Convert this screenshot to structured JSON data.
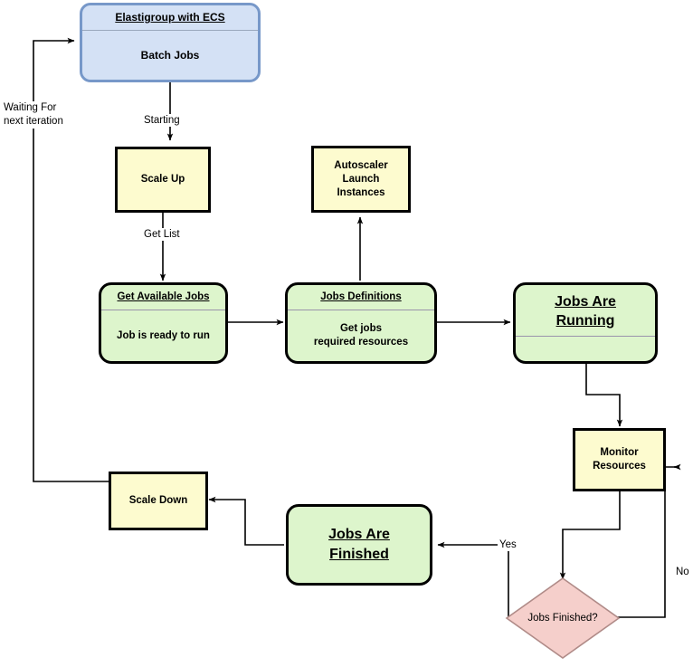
{
  "diagram": {
    "title": "Elastigroup with ECS batch job autoscaling flow",
    "colors": {
      "blue_fill": "#d4e1f5",
      "blue_border": "#7798c9",
      "yellow_fill": "#fdfbcf",
      "green_fill": "#ddf5cc",
      "pink_fill": "#f5cfcb",
      "pink_border": "#b08b88",
      "border": "#000000",
      "line": "#000000"
    }
  },
  "nodes": {
    "elastigroup": {
      "title": "Elastigroup with ECS",
      "body": "Batch Jobs"
    },
    "scale_up": {
      "body": "Scale Up"
    },
    "autoscaler": {
      "line1": "Autoscaler",
      "line2": "Launch",
      "line3": "Instances"
    },
    "get_available_jobs": {
      "title": "Get Available Jobs",
      "body": "Job is ready to run"
    },
    "jobs_definitions": {
      "title": "Jobs Definitions",
      "line1": "Get jobs",
      "line2": "required resources"
    },
    "jobs_are_running": {
      "line1": "Jobs Are",
      "line2": "Running"
    },
    "monitor_resources": {
      "line1": "Monitor",
      "line2": "Resources"
    },
    "jobs_finished_decision": {
      "label": "Jobs Finished?"
    },
    "jobs_are_finished": {
      "line1": "Jobs Are",
      "line2": "Finished"
    },
    "scale_down": {
      "body": "Scale Down"
    }
  },
  "edge_labels": {
    "waiting_line1": "Waiting For",
    "waiting_line2": "next iteration",
    "starting": "Starting",
    "get_list": "Get List",
    "yes": "Yes",
    "no": "No"
  }
}
